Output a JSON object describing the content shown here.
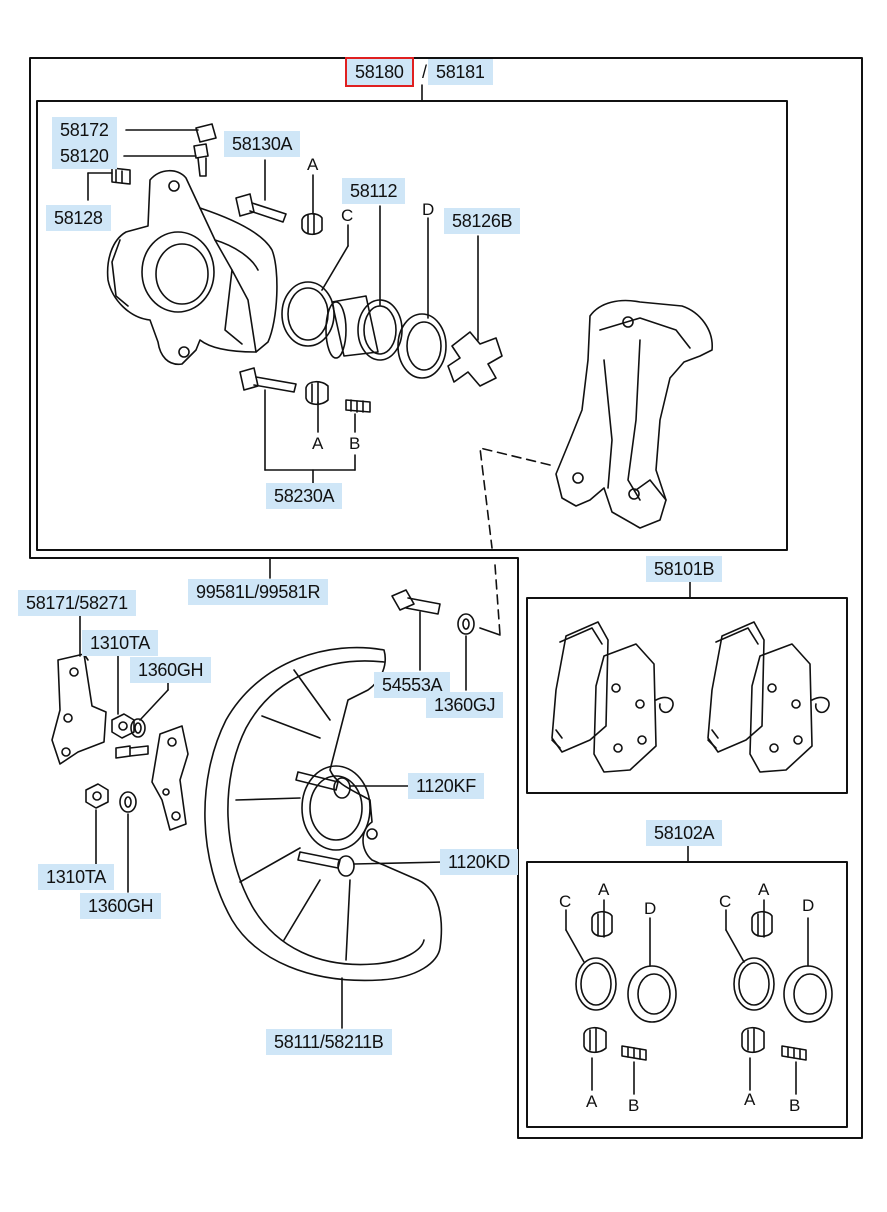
{
  "labels": {
    "assembly_left": "58180",
    "assembly_right": "58181",
    "part_58172": "58172",
    "part_58120": "58120",
    "part_58128": "58128",
    "part_58130A": "58130A",
    "part_58112": "58112",
    "part_58126B": "58126B",
    "part_58230A": "58230A",
    "part_99581": "99581L/99581R",
    "part_58171": "58171/58271",
    "part_1310TA_top": "1310TA",
    "part_1360GH_top": "1360GH",
    "part_54553A": "54553A",
    "part_1360GJ": "1360GJ",
    "part_1120KF": "1120KF",
    "part_1120KD": "1120KD",
    "part_1310TA_bottom": "1310TA",
    "part_1360GH_bottom": "1360GH",
    "part_58111": "58111/58211B",
    "part_58101B": "58101B",
    "part_58102A": "58102A"
  },
  "letters": {
    "a": "A",
    "b": "B",
    "c": "C",
    "d": "D"
  },
  "colors": {
    "label_bg": "#cfe6f7",
    "selected_outline": "#e02020",
    "line": "#111111"
  }
}
